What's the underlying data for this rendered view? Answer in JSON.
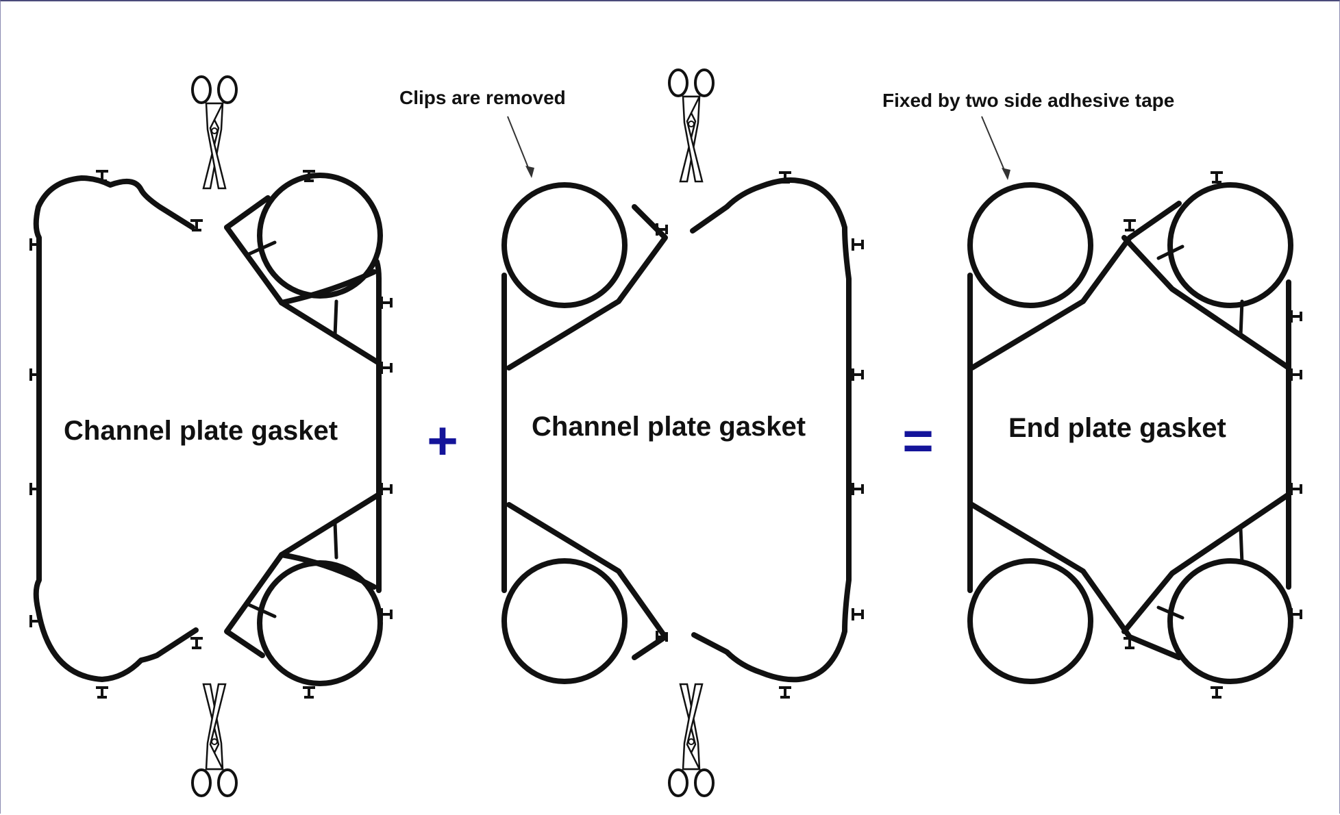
{
  "labels": {
    "channel_plate_1": "Channel plate gasket",
    "channel_plate_2": "Channel plate gasket",
    "end_plate": "End plate  gasket",
    "clips_removed": "Clips are removed",
    "fixed_tape": "Fixed by two side adhesive tape"
  },
  "operators": {
    "plus": "+",
    "equals": "="
  },
  "colors": {
    "line": "#111111",
    "operator": "#14149a",
    "frame": "#4a4a7a"
  },
  "icons": [
    "scissors-icon",
    "arrow-icon"
  ]
}
